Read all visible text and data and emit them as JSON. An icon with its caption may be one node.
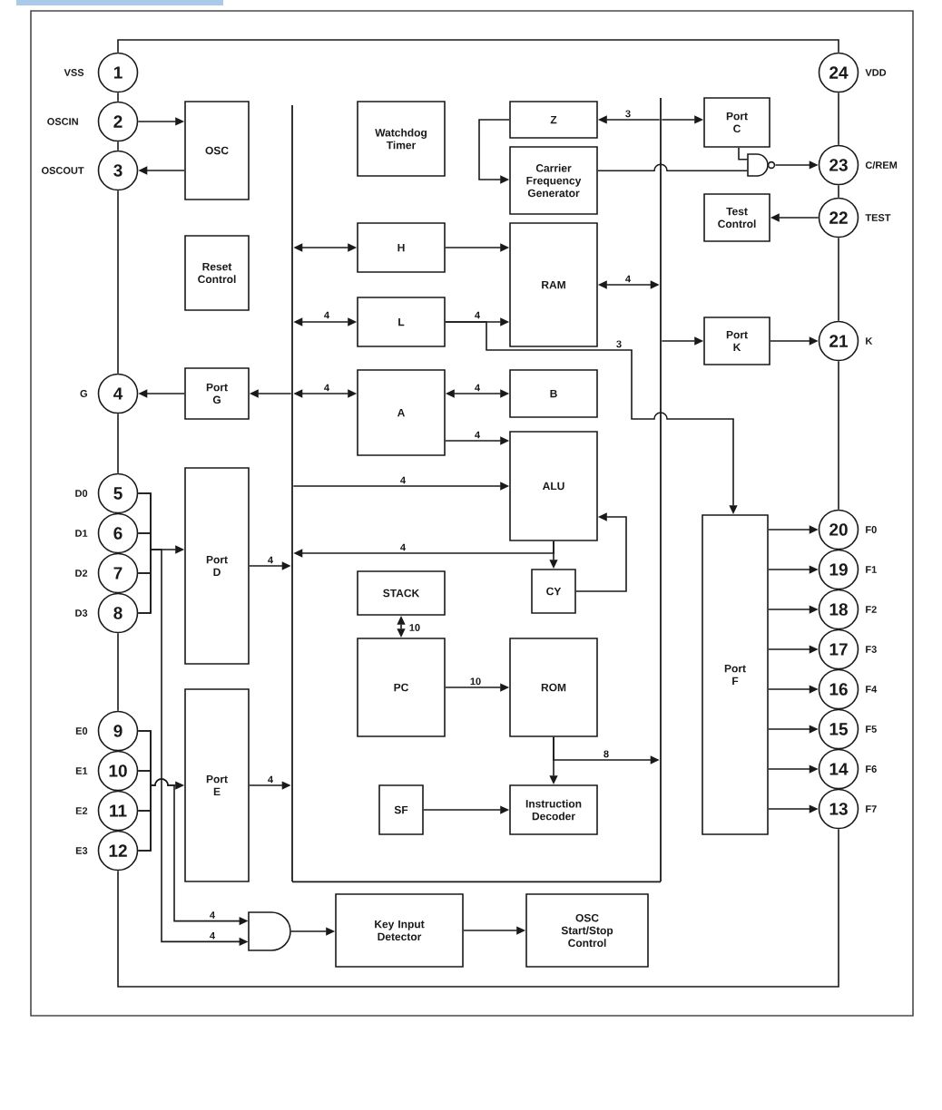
{
  "diagram": {
    "nodes": [
      {
        "text": [
          "1"
        ],
        "beside": [
          "VSS"
        ]
      },
      {
        "text": [
          "2"
        ],
        "beside": [
          "OSCIN"
        ]
      },
      {
        "text": [
          "3"
        ],
        "beside": [
          "OSCOUT"
        ]
      },
      {
        "text": [
          "4"
        ],
        "beside": [
          "G"
        ]
      },
      {
        "text": [
          "5"
        ],
        "beside": [
          "D0"
        ]
      },
      {
        "text": [
          "6"
        ],
        "beside": [
          "D1"
        ]
      },
      {
        "text": [
          "7"
        ],
        "beside": [
          "D2"
        ]
      },
      {
        "text": [
          "8"
        ],
        "beside": [
          "D3"
        ]
      },
      {
        "text": [
          "9"
        ],
        "beside": [
          "E0"
        ]
      },
      {
        "text": [
          "10"
        ],
        "beside": [
          "E1"
        ]
      },
      {
        "text": [
          "11"
        ],
        "beside": [
          "E2"
        ]
      },
      {
        "text": [
          "12"
        ],
        "beside": [
          "E3"
        ]
      },
      {
        "text": [
          "OSC"
        ]
      },
      {
        "text": [
          "Reset Control"
        ]
      },
      {
        "text": [
          "Port G"
        ]
      },
      {
        "text": [
          "Port D"
        ]
      },
      {
        "text": [
          "Port E"
        ]
      },
      {
        "text": [],
        "shape": "bar"
      },
      {
        "text": [
          "Watchdog Timer"
        ]
      },
      {
        "text": [
          "H"
        ]
      },
      {
        "text": [
          "L"
        ]
      },
      {
        "text": [
          "A"
        ]
      },
      {
        "text": [
          "STACK"
        ]
      },
      {
        "text": [
          "PC"
        ]
      },
      {
        "text": [
          "SF"
        ]
      },
      {
        "text": [
          "Z"
        ]
      },
      {
        "text": [
          "Carrier Frequency Generator"
        ]
      },
      {
        "text": [
          "RAM"
        ]
      },
      {
        "text": [
          "B"
        ]
      },
      {
        "text": [
          "ALU"
        ]
      },
      {
        "text": [
          "CY"
        ]
      },
      {
        "text": [
          "ROM"
        ]
      },
      {
        "text": [
          "Instruction Decoder"
        ]
      },
      {
        "text": [],
        "shape": "bar"
      },
      {
        "text": [
          "Port C"
        ]
      },
      {
        "text": [],
        "shape": "nand-gate"
      },
      {
        "text": [
          "Test Control"
        ]
      },
      {
        "text": [
          "Port K"
        ]
      },
      {
        "text": [
          "Port F"
        ]
      },
      {
        "text": [],
        "shape": "and-gate"
      },
      {
        "text": [
          "Key Input Detector"
        ]
      },
      {
        "text": [
          "OSC Start/Stop Control"
        ]
      },
      {
        "text": [
          "24"
        ],
        "beside": [
          "VDD"
        ]
      },
      {
        "text": [
          "23"
        ],
        "beside": [
          "C/REM"
        ]
      },
      {
        "text": [
          "22"
        ],
        "beside": [
          "TEST"
        ]
      },
      {
        "text": [
          "21"
        ],
        "beside": [
          "K"
        ]
      },
      {
        "text": [
          "20"
        ],
        "beside": [
          "F0"
        ]
      },
      {
        "text": [
          "19"
        ],
        "beside": [
          "F1"
        ]
      },
      {
        "text": [
          "18"
        ],
        "beside": [
          "F2"
        ]
      },
      {
        "text": [
          "17"
        ],
        "beside": [
          "F3"
        ]
      },
      {
        "text": [
          "16"
        ],
        "beside": [
          "F4"
        ]
      },
      {
        "text": [
          "15"
        ],
        "beside": [
          "F5"
        ]
      },
      {
        "text": [
          "14"
        ],
        "beside": [
          "F6"
        ]
      },
      {
        "text": [
          "13"
        ],
        "beside": [
          "F7"
        ]
      }
    ],
    "edges": [
      {
        "from": 0,
        "to": 1,
        "arrow": "none"
      },
      {
        "from": 1,
        "to": 2,
        "arrow": "none"
      },
      {
        "from": 2,
        "to": 3,
        "arrow": "none"
      },
      {
        "from": 3,
        "to": 4,
        "arrow": "none"
      },
      {
        "from": 7,
        "to": 8,
        "arrow": "none"
      },
      {
        "from": 11,
        "to": 53,
        "arrow": "none"
      },
      {
        "from": 0,
        "to": 42,
        "arrow": "none"
      },
      {
        "from": 42,
        "to": 43,
        "arrow": "none"
      },
      {
        "from": 43,
        "to": 44,
        "arrow": "none"
      },
      {
        "from": 44,
        "to": 45,
        "arrow": "none"
      },
      {
        "from": 45,
        "to": 46,
        "arrow": "none"
      },
      {
        "from": 1,
        "to": 12,
        "arrow": "to"
      },
      {
        "from": 12,
        "to": 2,
        "arrow": "to"
      },
      {
        "from": 17,
        "to": 19,
        "arrow": "both"
      },
      {
        "from": 17,
        "to": 20,
        "arrow": "both",
        "label": "4"
      },
      {
        "from": 19,
        "to": 27,
        "arrow": "to"
      },
      {
        "from": 20,
        "to": 27,
        "arrow": "to",
        "label": "4"
      },
      {
        "from": 20,
        "to": 38,
        "arrow": "to",
        "label": "3"
      },
      {
        "from": 17,
        "to": 14,
        "arrow": "to"
      },
      {
        "from": 14,
        "to": 3,
        "arrow": "to"
      },
      {
        "from": 17,
        "to": 21,
        "arrow": "both",
        "label": "4"
      },
      {
        "from": 21,
        "to": 28,
        "arrow": "both",
        "label": "4"
      },
      {
        "from": 21,
        "to": 29,
        "arrow": "to",
        "label": "4"
      },
      {
        "from": 17,
        "to": 29,
        "arrow": "to",
        "label": "4"
      },
      {
        "from": 29,
        "to": 30,
        "arrow": "to"
      },
      {
        "from": 30,
        "to": 29,
        "arrow": "to"
      },
      {
        "from": 29,
        "to": 17,
        "arrow": "to",
        "label": "4"
      },
      {
        "from": 22,
        "to": 23,
        "arrow": "both",
        "label": "10"
      },
      {
        "from": 23,
        "to": 31,
        "arrow": "to",
        "label": "10"
      },
      {
        "from": 31,
        "to": 32,
        "arrow": "to"
      },
      {
        "from": 31,
        "to": 33,
        "arrow": "to",
        "label": "8"
      },
      {
        "from": 24,
        "to": 32,
        "arrow": "to"
      },
      {
        "from": 15,
        "to": 17,
        "arrow": "to",
        "label": "4"
      },
      {
        "from": 16,
        "to": 17,
        "arrow": "to",
        "label": "4"
      },
      {
        "from": 4,
        "to": 15,
        "arrow": "to"
      },
      {
        "from": 5,
        "to": 15,
        "arrow": "to"
      },
      {
        "from": 6,
        "to": 15,
        "arrow": "to"
      },
      {
        "from": 7,
        "to": 15,
        "arrow": "to"
      },
      {
        "from": 4,
        "to": 39,
        "arrow": "to",
        "label": "4"
      },
      {
        "from": 5,
        "to": 39,
        "arrow": "to"
      },
      {
        "from": 6,
        "to": 39,
        "arrow": "to"
      },
      {
        "from": 7,
        "to": 39,
        "arrow": "to"
      },
      {
        "from": 8,
        "to": 16,
        "arrow": "to"
      },
      {
        "from": 9,
        "to": 16,
        "arrow": "to"
      },
      {
        "from": 10,
        "to": 16,
        "arrow": "to"
      },
      {
        "from": 11,
        "to": 16,
        "arrow": "to"
      },
      {
        "from": 8,
        "to": 39,
        "arrow": "to",
        "label": "4"
      },
      {
        "from": 9,
        "to": 39,
        "arrow": "to"
      },
      {
        "from": 10,
        "to": 39,
        "arrow": "to"
      },
      {
        "from": 11,
        "to": 39,
        "arrow": "to"
      },
      {
        "from": 39,
        "to": 40,
        "arrow": "to"
      },
      {
        "from": 40,
        "to": 41,
        "arrow": "to"
      },
      {
        "from": 33,
        "to": 25,
        "arrow": "to",
        "label": "3"
      },
      {
        "from": 33,
        "to": 34,
        "arrow": "to"
      },
      {
        "from": 25,
        "to": 26,
        "arrow": "to"
      },
      {
        "from": 26,
        "to": 35,
        "arrow": "none"
      },
      {
        "from": 34,
        "to": 35,
        "arrow": "none"
      },
      {
        "from": 35,
        "to": 43,
        "arrow": "to"
      },
      {
        "from": 44,
        "to": 36,
        "arrow": "to"
      },
      {
        "from": 27,
        "to": 33,
        "arrow": "both",
        "label": "4"
      },
      {
        "from": 33,
        "to": 37,
        "arrow": "to"
      },
      {
        "from": 37,
        "to": 45,
        "arrow": "to"
      },
      {
        "from": 38,
        "to": 46,
        "arrow": "to"
      },
      {
        "from": 38,
        "to": 47,
        "arrow": "to"
      },
      {
        "from": 38,
        "to": 48,
        "arrow": "to"
      },
      {
        "from": 38,
        "to": 49,
        "arrow": "to"
      },
      {
        "from": 38,
        "to": 50,
        "arrow": "to"
      },
      {
        "from": 38,
        "to": 51,
        "arrow": "to"
      },
      {
        "from": 38,
        "to": 52,
        "arrow": "to"
      },
      {
        "from": 38,
        "to": 53,
        "arrow": "to"
      },
      {
        "from": 17,
        "to": 33,
        "arrow": "none"
      }
    ]
  }
}
